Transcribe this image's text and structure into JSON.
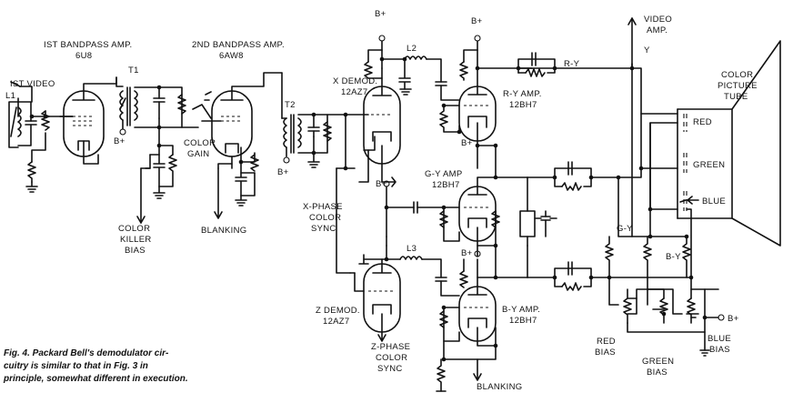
{
  "labels": {
    "ist_video": "IST VIDEO",
    "l1": "L1",
    "bandpass1": "IST BANDPASS AMP.",
    "bandpass1_tube": "6U8",
    "t1": "T1",
    "bplus": "B+",
    "color_killer": "COLOR",
    "color_killer2": "KILLER",
    "color_killer3": "BIAS",
    "bandpass2": "2ND BANDPASS AMP.",
    "bandpass2_tube": "6AW8",
    "color_gain": "COLOR",
    "color_gain2": "GAIN",
    "blanking": "BLANKING",
    "t2": "T2",
    "x_demod": "X DEMOD.",
    "x_demod_tube": "12AZ7",
    "x_phase": "X-PHASE",
    "x_phase2": "COLOR",
    "x_phase3": "SYNC",
    "l2": "L2",
    "l3": "L3",
    "z_demod": "Z DEMOD.",
    "z_demod_tube": "12AZ7",
    "z_phase": "Z-PHASE",
    "z_phase2": "COLOR",
    "z_phase3": "SYNC",
    "ry_amp": "R-Y AMP.",
    "ry_amp_tube": "12BH7",
    "gy_amp": "G-Y AMP",
    "gy_amp_tube": "12BH7",
    "by_amp": "B-Y AMP.",
    "by_amp_tube": "12BH7",
    "blanking_bottom": "BLANKING",
    "r_y": "R-Y",
    "g_y": "G-Y",
    "b_y": "B-Y",
    "video_amp": "VIDEO",
    "video_amp2": "AMP.",
    "y": "Y",
    "cpt1": "COLOR",
    "cpt2": "PICTURE",
    "cpt3": "TUBE",
    "red": "RED",
    "green": "GREEN",
    "blue": "BLUE",
    "red_bias": "RED",
    "red_bias2": "BIAS",
    "green_bias": "GREEN",
    "green_bias2": "BIAS",
    "blue_bias": "BLUE",
    "blue_bias2": "BIAS",
    "bplus_right": "B+"
  },
  "caption": {
    "line1": "Fig. 4. Packard Bell's demodulator cir-",
    "line2": "cuitry is similar to that in Fig. 3 in",
    "line3": "principle, somewhat different in execution."
  }
}
